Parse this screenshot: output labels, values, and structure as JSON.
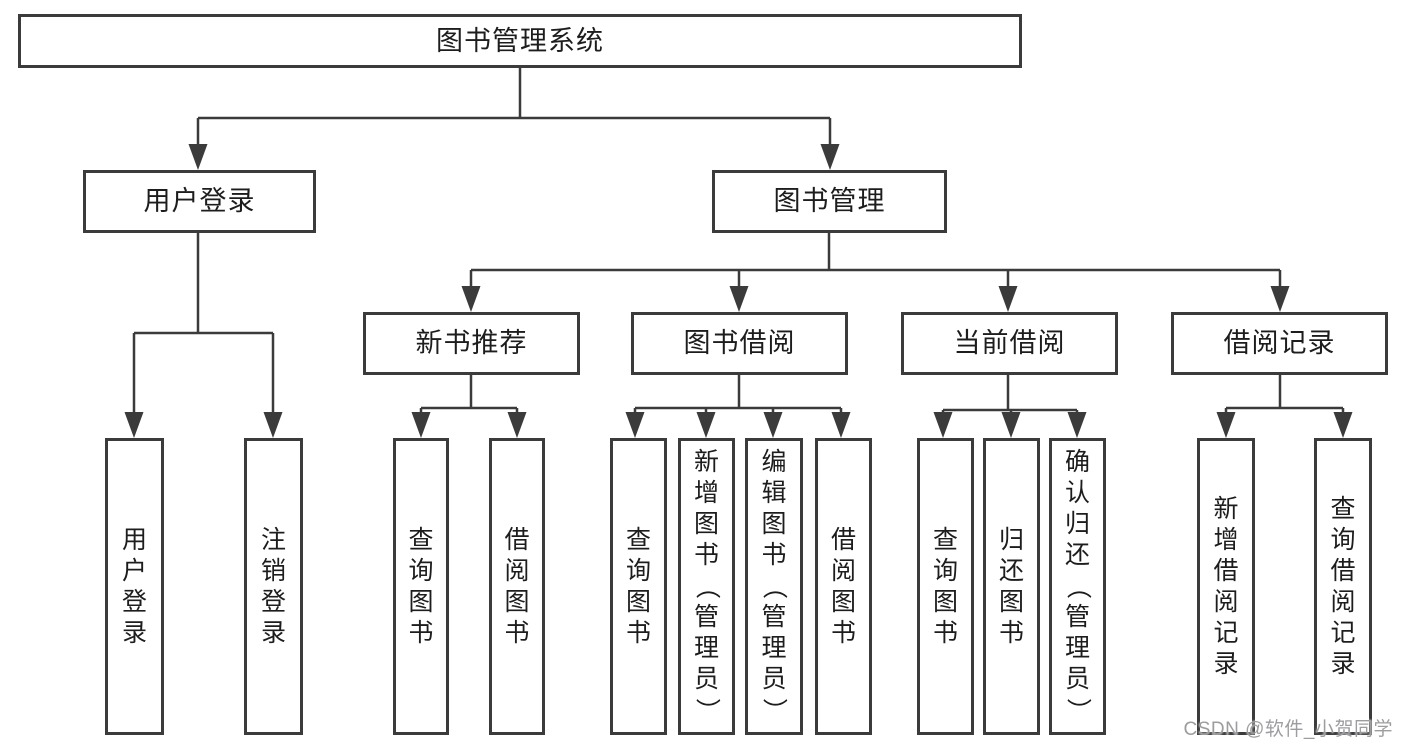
{
  "tree": {
    "root": {
      "label": "图书管理系统"
    },
    "children": [
      {
        "label": "用户登录",
        "children": [
          {
            "label": "用户登录"
          },
          {
            "label": "注销登录"
          }
        ]
      },
      {
        "label": "图书管理",
        "children": [
          {
            "label": "新书推荐",
            "children": [
              {
                "label": "查询图书"
              },
              {
                "label": "借阅图书"
              }
            ]
          },
          {
            "label": "图书借阅",
            "children": [
              {
                "label": "查询图书"
              },
              {
                "label": "新增图书（管理员）"
              },
              {
                "label": "编辑图书（管理员）"
              },
              {
                "label": "借阅图书"
              }
            ]
          },
          {
            "label": "当前借阅",
            "children": [
              {
                "label": "查询图书"
              },
              {
                "label": "归还图书"
              },
              {
                "label": "确认归还（管理员）"
              }
            ]
          },
          {
            "label": "借阅记录",
            "children": [
              {
                "label": "新增借阅记录"
              },
              {
                "label": "查询借阅记录"
              }
            ]
          }
        ]
      }
    ]
  },
  "watermark": "CSDN @软件_小贺同学",
  "colors": {
    "line": "#3b3b3b",
    "box_border": "#3b3b3b",
    "text": "#1d1d1d",
    "background": "#ffffff",
    "watermark": "#9d9da1"
  }
}
